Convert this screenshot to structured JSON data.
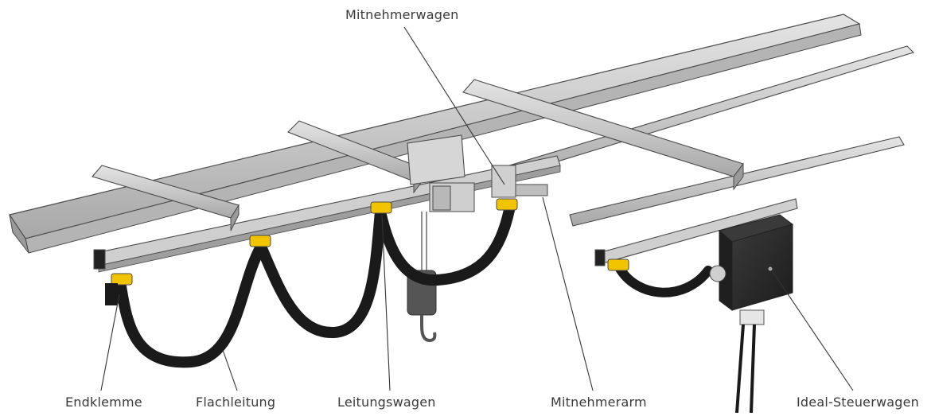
{
  "labels": {
    "mitnehmerwagen": "Mitnehmerwagen",
    "endklemme": "Endklemme",
    "flachleitung": "Flachleitung",
    "leitungswagen": "Leitungswagen",
    "mitnehmerarm": "Mitnehmerarm",
    "ideal_steuerwagen": "Ideal-Steuerwagen"
  },
  "colors": {
    "steel": "#c9c9c9",
    "steel_dark": "#8c8c8c",
    "outline": "#4a4a4a",
    "cable": "#1a1a1a",
    "clamp_yellow": "#f2c400",
    "box": "#2b2b2b",
    "leader": "#333333"
  }
}
